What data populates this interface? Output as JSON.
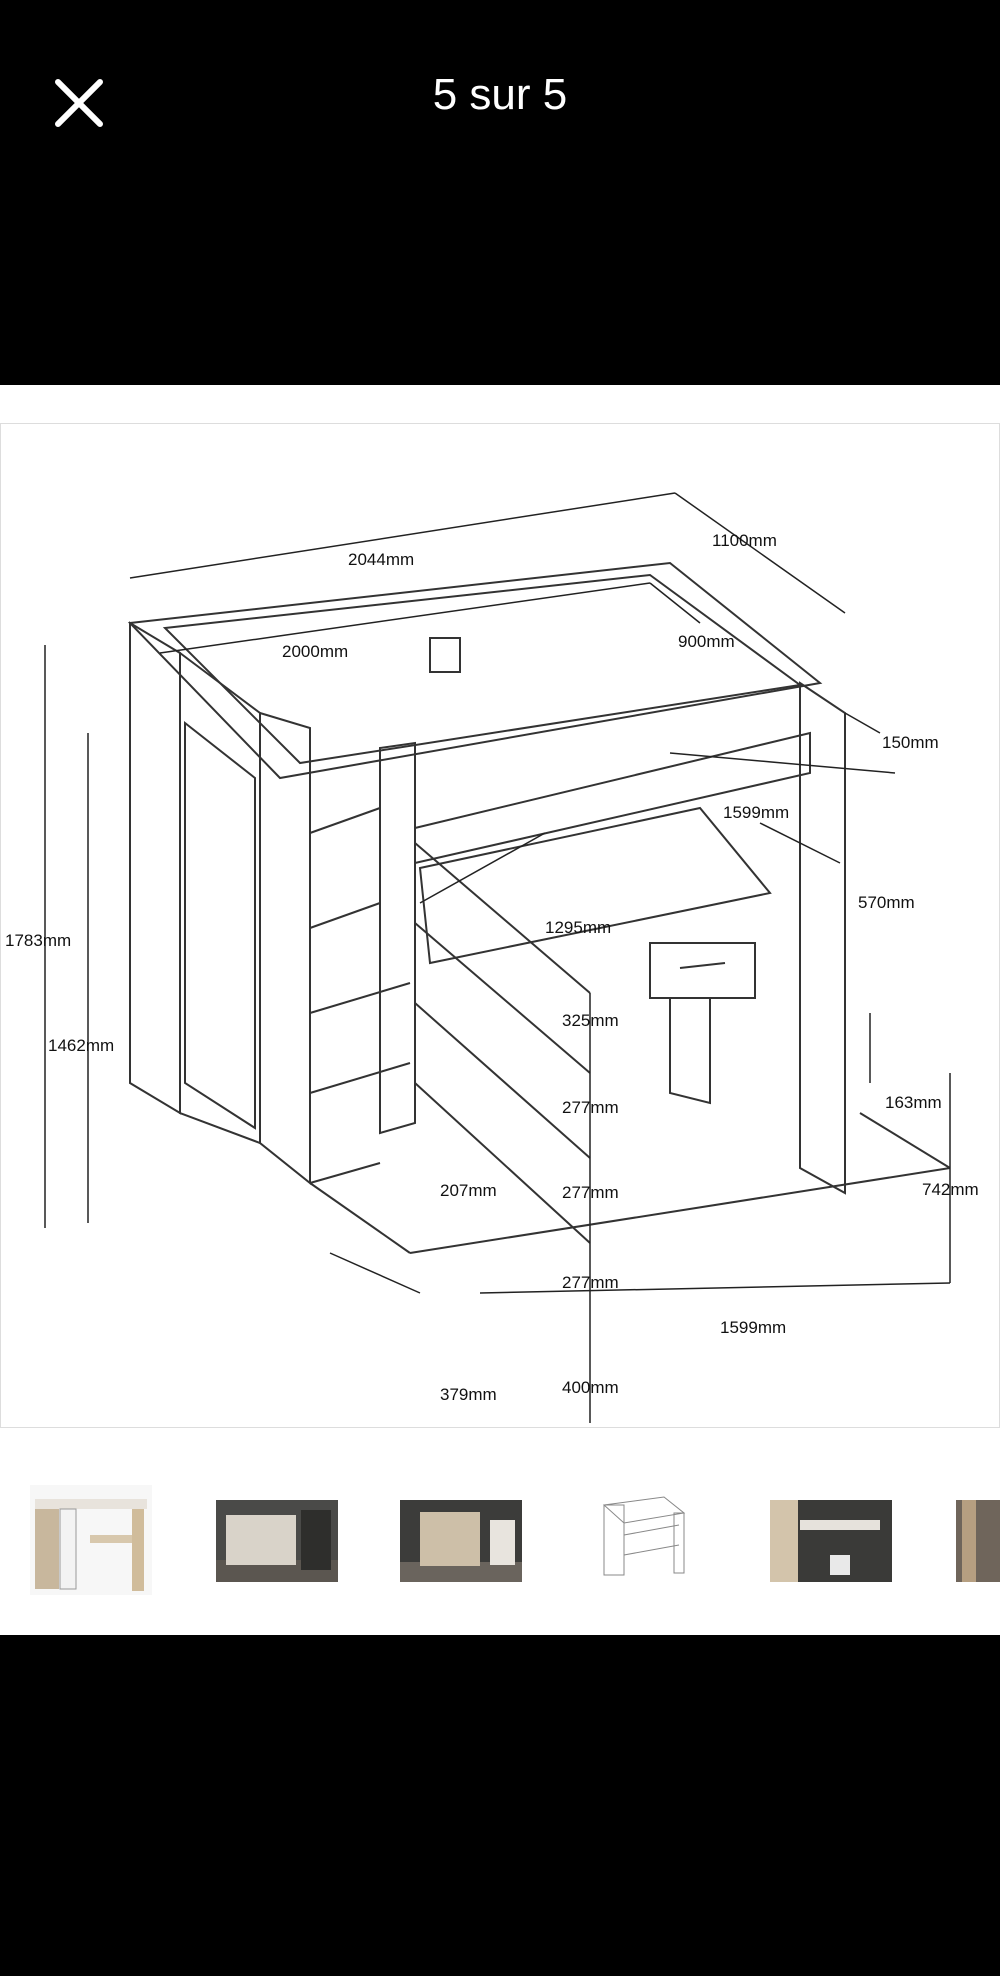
{
  "header": {
    "counter": "5 sur 5",
    "close_icon": "close-icon"
  },
  "diagram": {
    "labels": {
      "width_total": "2044mm",
      "depth_total": "1100mm",
      "bed_length": "2000mm",
      "bed_width": "900mm",
      "top_step": "150mm",
      "desk_length_top": "1599mm",
      "desk_depth": "570mm",
      "desk_inner": "1295mm",
      "total_height": "1783mm",
      "wardrobe_height": "1462mm",
      "step1": "325mm",
      "step2": "277mm",
      "step3": "277mm",
      "step4": "277mm",
      "step_bottom": "400mm",
      "drawer_height": "163mm",
      "desk_height": "742mm",
      "shelf_depth": "207mm",
      "base_depth": "379mm",
      "desk_length_bottom": "1599mm"
    }
  },
  "thumbnails": [
    {
      "name": "thumb-1-white-bed"
    },
    {
      "name": "thumb-2-room-photo"
    },
    {
      "name": "thumb-3-room-photo"
    },
    {
      "name": "thumb-4-dimensions"
    },
    {
      "name": "thumb-5-desk-photo"
    },
    {
      "name": "thumb-6-partial"
    }
  ],
  "colors": {
    "background": "#000000",
    "viewer": "#ffffff",
    "line": "#333333"
  }
}
